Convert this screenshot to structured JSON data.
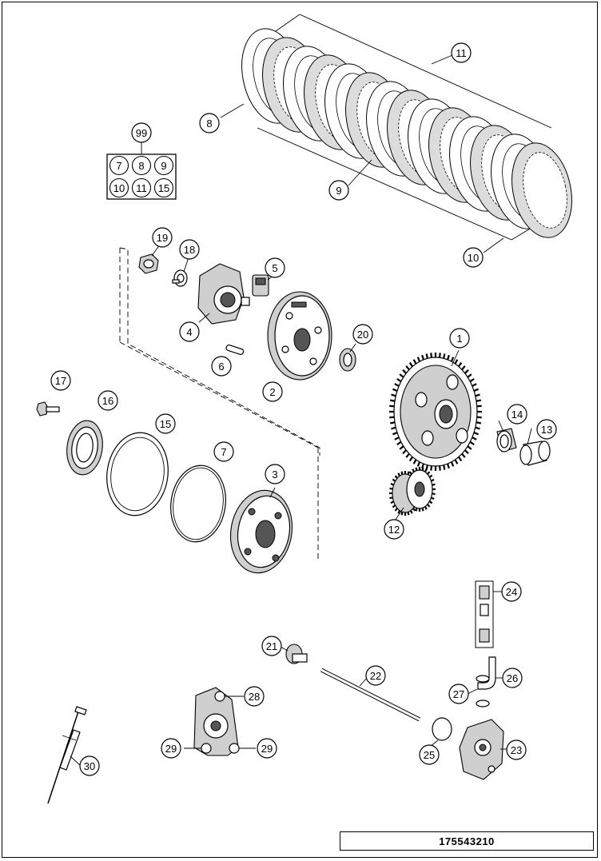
{
  "drawing_number": "175543210",
  "callouts": [
    {
      "label": "1"
    },
    {
      "label": "2"
    },
    {
      "label": "3"
    },
    {
      "label": "4"
    },
    {
      "label": "5"
    },
    {
      "label": "6"
    },
    {
      "label": "7"
    },
    {
      "label": "8"
    },
    {
      "label": "9"
    },
    {
      "label": "10"
    },
    {
      "label": "11"
    },
    {
      "label": "12"
    },
    {
      "label": "13"
    },
    {
      "label": "14"
    },
    {
      "label": "15"
    },
    {
      "label": "16"
    },
    {
      "label": "17"
    },
    {
      "label": "18"
    },
    {
      "label": "19"
    },
    {
      "label": "20"
    },
    {
      "label": "21"
    },
    {
      "label": "22"
    },
    {
      "label": "23"
    },
    {
      "label": "24"
    },
    {
      "label": "25"
    },
    {
      "label": "26"
    },
    {
      "label": "27"
    },
    {
      "label": "28"
    },
    {
      "label": "29"
    },
    {
      "label": "29"
    },
    {
      "label": "30"
    }
  ],
  "kit": {
    "label": "99",
    "contents": [
      "7",
      "8",
      "9",
      "10",
      "11",
      "15"
    ]
  }
}
